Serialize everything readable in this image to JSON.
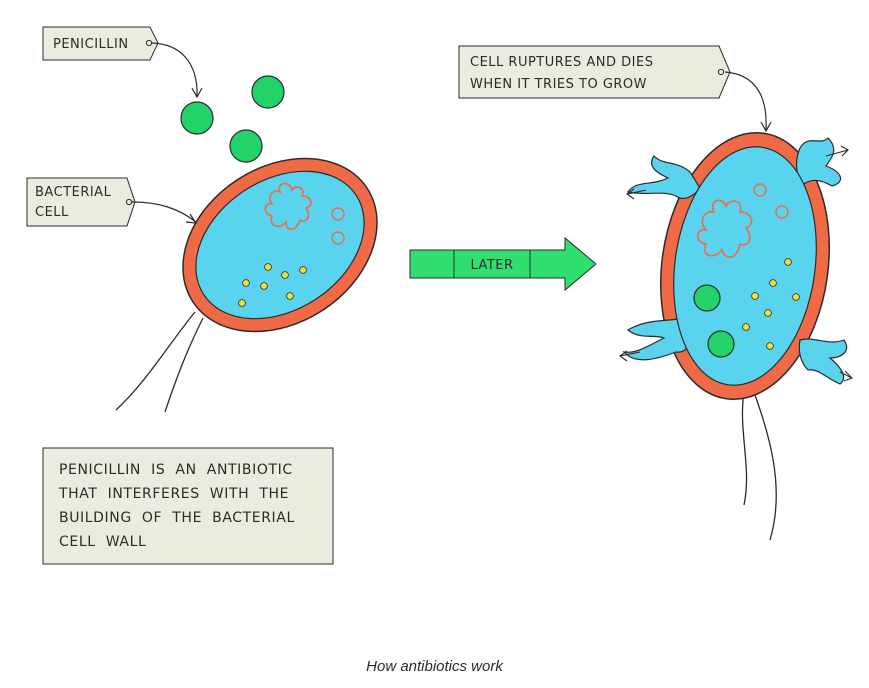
{
  "labels": {
    "penicillin": "PENICILLIN",
    "bacterial_cell": [
      "BACTERIAL",
      "CELL"
    ],
    "rupture": [
      "CELL  RUPTURES  AND  DIES",
      "WHEN  IT  TRIES  TO  GROW"
    ],
    "arrow": "LATER",
    "explanation": [
      "PENICILLIN  IS  AN  ANTIBIOTIC",
      "THAT  INTERFERES  WITH  THE",
      "BUILDING  OF  THE  BACTERIAL",
      "CELL  WALL"
    ]
  },
  "caption": "How antibiotics work",
  "colors": {
    "cell_wall": "#ef6a45",
    "cytoplasm": "#5ad3ee",
    "penicillin": "#22d36a",
    "granule": "#f4df3a",
    "arrow": "#2fe070",
    "label_bg": "#ecebdf",
    "outline": "#2b2b2b"
  }
}
